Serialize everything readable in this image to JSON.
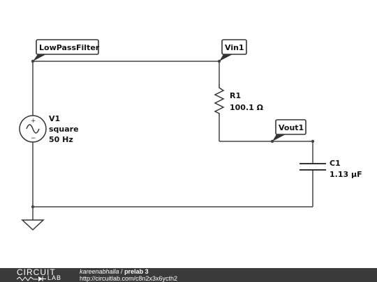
{
  "circuit": {
    "net_labels": {
      "lowpass": "LowPassFilter",
      "vin": "Vin1",
      "vout": "Vout1"
    },
    "source": {
      "name": "V1",
      "waveform": "square",
      "frequency": "50 Hz"
    },
    "resistor": {
      "name": "R1",
      "value": "100.1 Ω"
    },
    "capacitor": {
      "name": "C1",
      "value": "1.13 µF"
    },
    "source_plus": "+",
    "source_minus": "−"
  },
  "footer": {
    "logo_top": "CIRCUIT",
    "logo_bottom": "LAB",
    "author": "kareenabhalla",
    "separator": " / ",
    "title": "prelab 3",
    "url": "http://circuitlab.com/c8n2x3x6ycth2"
  },
  "colors": {
    "wire": "#444444",
    "footer_bg": "#3a3a3a"
  }
}
